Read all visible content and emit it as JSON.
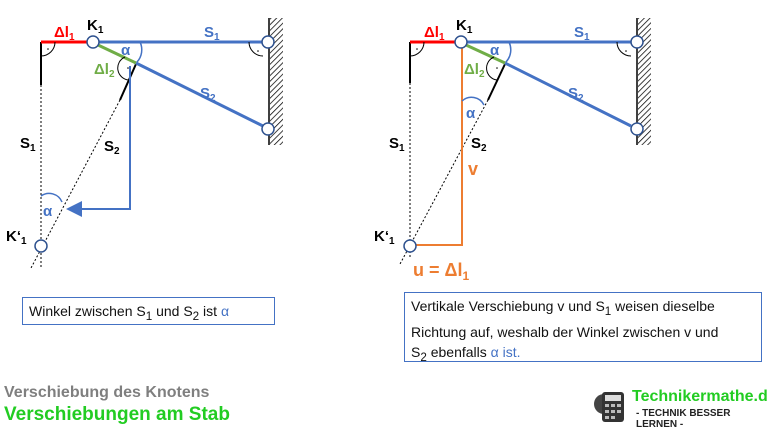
{
  "colors": {
    "blue": "#4472c4",
    "red": "#ff0000",
    "green": "#70ad47",
    "orange": "#ed7d31",
    "title_gray": "#7f7f7f",
    "title_green": "#22cc22"
  },
  "labels": {
    "delta": "Δl",
    "one": "1",
    "two": "2",
    "K": "K",
    "Kp": "K‘",
    "S": "S",
    "alpha": "α",
    "v": "v",
    "u_eq": "u = Δl"
  },
  "left_box": {
    "pre": "Winkel zwischen S",
    "mid": " und S",
    "post": " ist ",
    "alpha": "α"
  },
  "right_box": {
    "l1a": "Vertikale Verschiebung v und S",
    "l1b": " weisen dieselbe",
    "l2": "Richtung auf, weshalb der Winkel zwischen v und",
    "l3a": "S",
    "l3b": " ebenfalls ",
    "alpha": "α ist."
  },
  "titles": {
    "sub": "Verschiebung des Knotens",
    "main": "Verschiebungen am Stab"
  },
  "logo": {
    "name": "Technikermathe.de",
    "tagline": "- TECHNIK BESSER LERNEN -",
    "icon": "calculator-gear-icon"
  }
}
